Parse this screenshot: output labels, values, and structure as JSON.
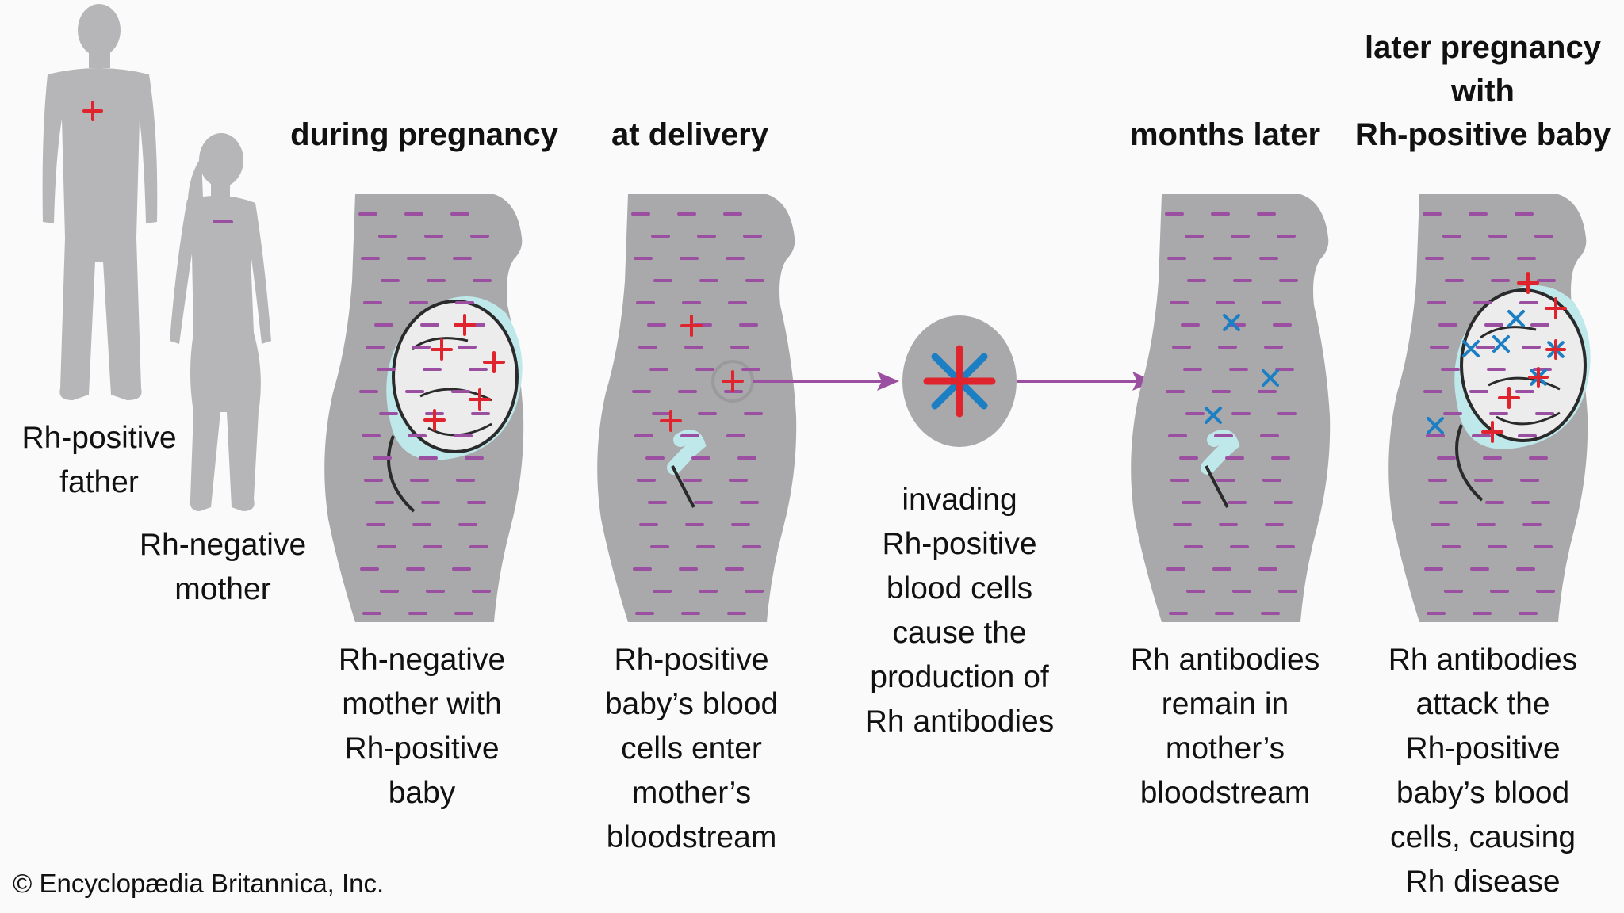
{
  "people": {
    "father_label": "Rh-positive\nfather",
    "mother_label": "Rh-negative\nmother"
  },
  "stages": [
    {
      "title": "during pregnancy",
      "caption": "Rh-negative\nmother with\nRh-positive\nbaby"
    },
    {
      "title": "at delivery",
      "caption": "Rh-positive\nbaby’s blood\ncells enter\nmother’s\nbloodstream"
    },
    {
      "title": "",
      "caption": "invading\nRh-positive\nblood cells\ncause the\nproduction of\nRh antibodies"
    },
    {
      "title": "months later",
      "caption": "Rh antibodies\nremain in\nmother’s\nbloodstream"
    },
    {
      "title": "later pregnancy\nwith\nRh-positive baby",
      "caption": "Rh antibodies\nattack the\nRh-positive\nbaby’s blood\ncells, causing\nRh disease"
    }
  ],
  "copyright": "© Encyclopædia Britannica, Inc.",
  "colors": {
    "body": "#a9a9ab",
    "silhouette": "#b6b6b8",
    "rh_negative": "#9a4fa0",
    "rh_positive": "#e0242e",
    "antibody": "#1c7fc4",
    "arrow": "#9a4fa0",
    "placenta": "#bfe8ea"
  }
}
